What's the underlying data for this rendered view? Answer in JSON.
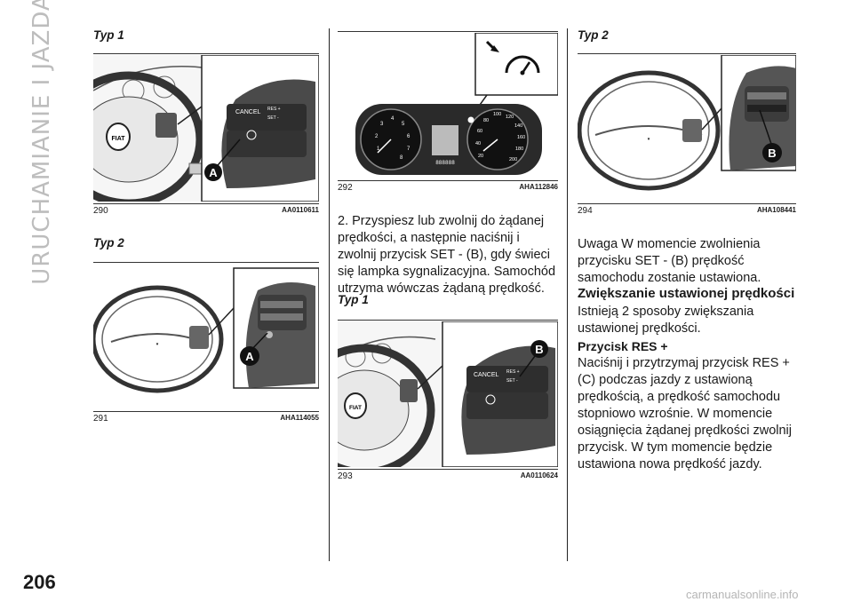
{
  "page": {
    "section_title": "URUCHAMIANIE I JAZDA",
    "page_number": "206",
    "watermark": "carmanualsonline.info"
  },
  "col1": {
    "typ_a": "Typ 1",
    "fig_290": {
      "number": "290",
      "code": "AA0110611",
      "callout": "A",
      "cancel": "CANCEL",
      "res": "RES +",
      "set": "SET -"
    },
    "typ_b": "Typ 2",
    "fig_291": {
      "number": "291",
      "code": "AHA114055",
      "callout": "A"
    }
  },
  "col2": {
    "fig_292": {
      "number": "292",
      "code": "AHA112846",
      "tach_ticks": [
        "1",
        "2",
        "3",
        "4",
        "5",
        "6",
        "7",
        "8"
      ],
      "speed_ticks": [
        "20",
        "40",
        "60",
        "80",
        "100",
        "120",
        "140",
        "160",
        "180",
        "200"
      ],
      "odo": "888888"
    },
    "para_1": "2. Przyspiesz lub zwolnij do żądanej prędkości, a następnie naciśnij i zwolnij przycisk SET - (B), gdy świeci się lampka sygnalizacyjna. Samochód utrzyma wówczas żądaną prędkość.",
    "typ_c": "Typ 1",
    "fig_293": {
      "number": "293",
      "code": "AA0110624",
      "callout": "B",
      "cancel": "CANCEL",
      "res": "RES +",
      "set": "SET -"
    }
  },
  "col3": {
    "typ_d": "Typ 2",
    "fig_294": {
      "number": "294",
      "code": "AHA108441",
      "callout": "B"
    },
    "para_2": "Uwaga  W momencie zwolnienia przycisku SET - (B) prędkość samochodu zostanie ustawiona.",
    "heading": "Zwiększanie ustawionej prędkości",
    "para_3": "Istnieją 2 sposoby zwiększania ustawionej prędkości.",
    "subhead": "Przycisk RES +",
    "para_4": "Naciśnij i przytrzymaj przycisk RES + (C) podczas jazdy z ustawioną prędkością, a prędkość samochodu stopniowo wzrośnie. W momencie osiągnięcia żądanej prędkości zwolnij przycisk. W tym momencie będzie ustawiona nowa prędkość jazdy."
  }
}
